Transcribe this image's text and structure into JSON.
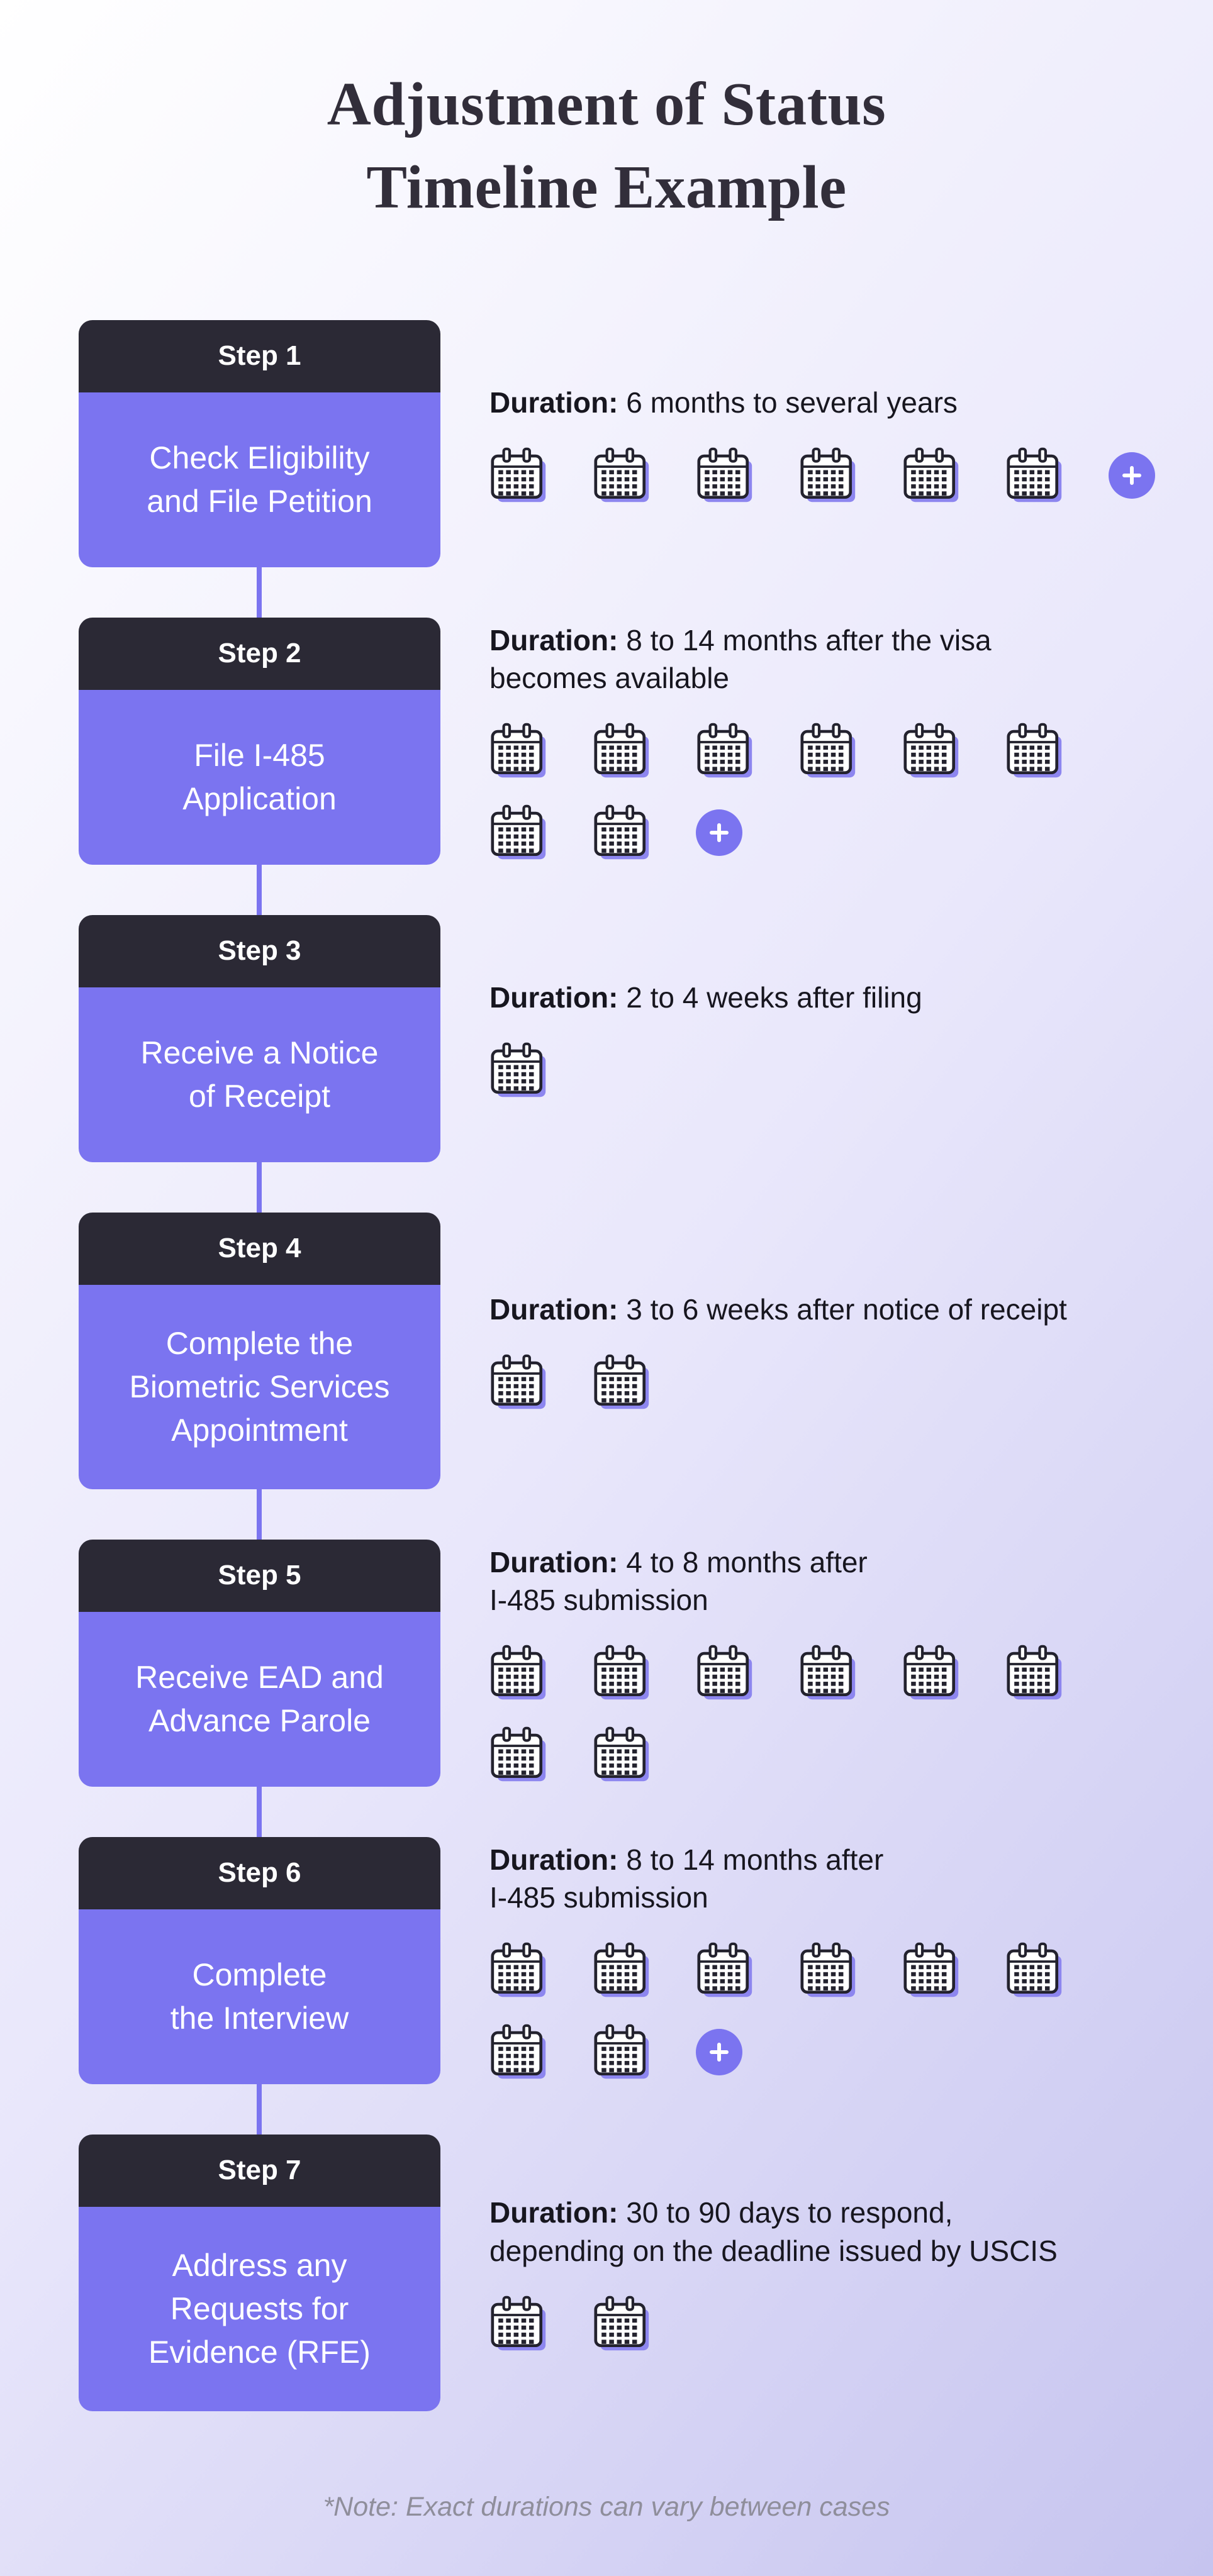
{
  "page": {
    "title_line1": "Adjustment of Status",
    "title_line2": "Timeline Example",
    "note": "*Note: Exact durations can vary between cases"
  },
  "labels": {
    "duration": "Duration:"
  },
  "icons": {
    "calendar": "calendar-icon",
    "plus": "plus-icon"
  },
  "colors": {
    "accent_purple": "#7b74f0",
    "header_dark": "#2b2935",
    "title_ink": "#322e3a",
    "text_ink": "#17161f",
    "calendar_ink": "#23222e",
    "calendar_shadow": "#8d86ef",
    "note_gray": "#8f8e9b",
    "bg_top": "#ffffff",
    "bg_bottom": "#c6c4ef"
  },
  "steps": [
    {
      "label": "Step 1",
      "title_lines": [
        "Check Eligibility",
        "and File Petition"
      ],
      "duration_lines": [
        "6 months to several years"
      ],
      "calendar_rows": [
        {
          "calendars": 6,
          "plus": true
        }
      ]
    },
    {
      "label": "Step 2",
      "title_lines": [
        "File I-485",
        "Application"
      ],
      "duration_lines": [
        "8 to 14 months after the visa",
        "becomes available"
      ],
      "calendar_rows": [
        {
          "calendars": 6,
          "plus": false
        },
        {
          "calendars": 2,
          "plus": true
        }
      ]
    },
    {
      "label": "Step 3",
      "title_lines": [
        "Receive a Notice",
        "of Receipt"
      ],
      "duration_lines": [
        "2 to 4 weeks after filing"
      ],
      "calendar_rows": [
        {
          "calendars": 1,
          "plus": false
        }
      ]
    },
    {
      "label": "Step 4",
      "title_lines": [
        "Complete the",
        "Biometric Services",
        "Appointment"
      ],
      "duration_lines": [
        "3 to 6 weeks after notice of receipt"
      ],
      "calendar_rows": [
        {
          "calendars": 2,
          "plus": false
        }
      ]
    },
    {
      "label": "Step 5",
      "title_lines": [
        "Receive EAD and",
        "Advance Parole"
      ],
      "duration_lines": [
        "4 to 8 months after",
        "I-485 submission"
      ],
      "calendar_rows": [
        {
          "calendars": 6,
          "plus": false
        },
        {
          "calendars": 2,
          "plus": false
        }
      ]
    },
    {
      "label": "Step 6",
      "title_lines": [
        "Complete",
        "the Interview"
      ],
      "duration_lines": [
        "8 to 14 months after",
        "I-485 submission"
      ],
      "calendar_rows": [
        {
          "calendars": 6,
          "plus": false
        },
        {
          "calendars": 2,
          "plus": true
        }
      ]
    },
    {
      "label": "Step 7",
      "title_lines": [
        "Address any",
        "Requests for",
        "Evidence (RFE)"
      ],
      "duration_lines": [
        "30 to 90 days to respond,",
        "depending on the deadline issued by USCIS"
      ],
      "calendar_rows": [
        {
          "calendars": 2,
          "plus": false
        }
      ]
    }
  ]
}
